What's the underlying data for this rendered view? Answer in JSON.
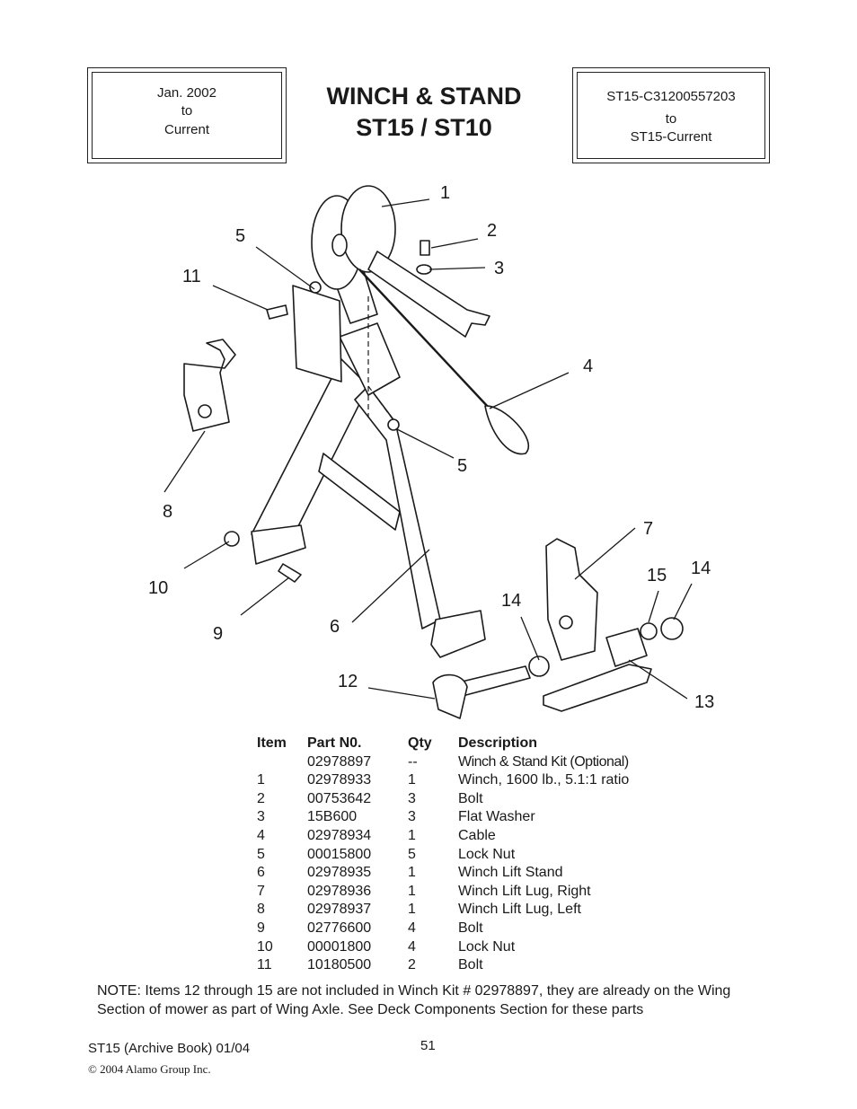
{
  "header": {
    "left_box": [
      "Jan. 2002",
      "to",
      "Current"
    ],
    "title_line1": "WINCH & STAND",
    "title_line2": "ST15 / ST10",
    "right_box": [
      "ST15-C31200557203",
      "to",
      "ST15-Current"
    ]
  },
  "diagram": {
    "callouts": [
      "1",
      "2",
      "3",
      "4",
      "5",
      "5",
      "6",
      "7",
      "8",
      "9",
      "10",
      "11",
      "12",
      "13",
      "14",
      "14",
      "15"
    ]
  },
  "parts_table": {
    "headers": [
      "Item",
      "Part N0.",
      "Qty",
      "Description"
    ],
    "rows": [
      [
        "",
        "02978897",
        "--",
        "Winch & Stand Kit (Optional)"
      ],
      [
        "1",
        "02978933",
        "1",
        "Winch, 1600 lb., 5.1:1 ratio"
      ],
      [
        "2",
        "00753642",
        "3",
        "Bolt"
      ],
      [
        "3",
        "15B600",
        "3",
        "Flat Washer"
      ],
      [
        "4",
        "02978934",
        "1",
        "Cable"
      ],
      [
        "5",
        "00015800",
        "5",
        "Lock Nut"
      ],
      [
        "6",
        "02978935",
        "1",
        "Winch Lift Stand"
      ],
      [
        "7",
        "02978936",
        "1",
        "Winch Lift Lug, Right"
      ],
      [
        "8",
        "02978937",
        "1",
        "Winch Lift Lug, Left"
      ],
      [
        "9",
        "02776600",
        "4",
        "Bolt"
      ],
      [
        "10",
        "00001800",
        "4",
        "Lock Nut"
      ],
      [
        "11",
        "10180500",
        "2",
        "Bolt"
      ]
    ]
  },
  "note": "NOTE: Items 12 through 15 are not included in Winch Kit # 02978897, they are already on the Wing Section of mower as part of Wing Axle.  See Deck Components Section for these parts",
  "footer": {
    "left": "ST15  (Archive Book) 01/04",
    "copyright": "© 2004 Alamo Group Inc.",
    "page": "51"
  }
}
